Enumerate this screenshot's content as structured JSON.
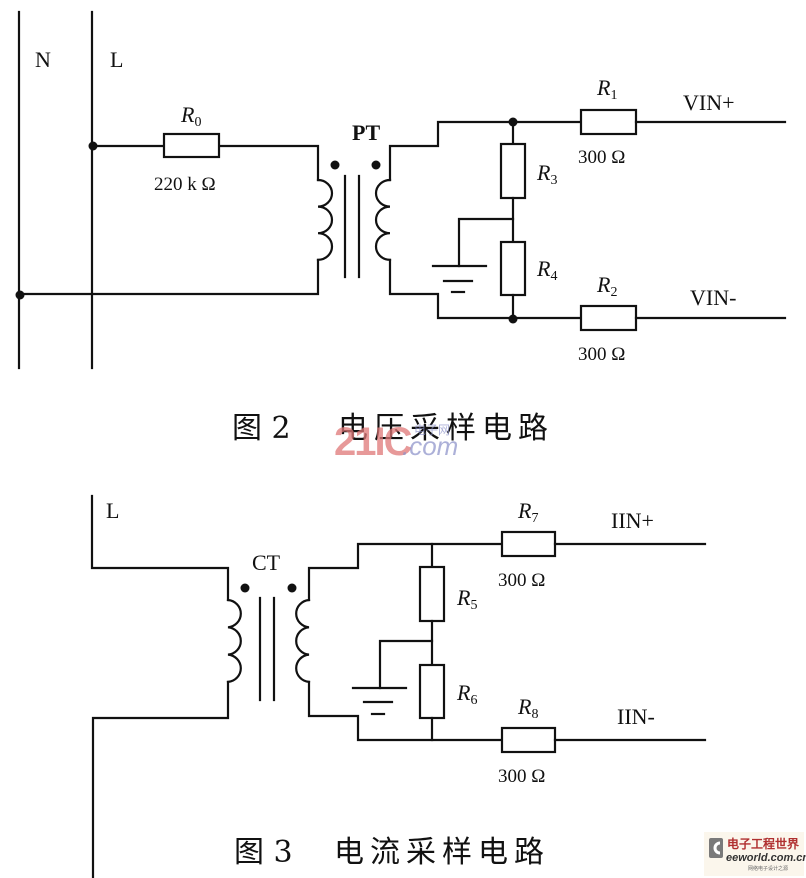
{
  "figure2": {
    "caption": "图 2   电压采样电路",
    "caption_number": "图 2",
    "caption_title": "电压采样电路",
    "rail_labels": {
      "neutral": "N",
      "live": "L"
    },
    "transformer_label": "PT",
    "resistors": {
      "r0": {
        "name": "R",
        "sub": "0",
        "value": "220 k Ω"
      },
      "r1": {
        "name": "R",
        "sub": "1",
        "value": "300  Ω"
      },
      "r2": {
        "name": "R",
        "sub": "2",
        "value": "300  Ω"
      },
      "r3": {
        "name": "R",
        "sub": "3"
      },
      "r4": {
        "name": "R",
        "sub": "4"
      }
    },
    "outputs": {
      "positive": "VIN+",
      "negative": "VIN-"
    }
  },
  "figure3": {
    "caption_number": "图 3",
    "caption_title": "电流采样电路",
    "rail_label": "L",
    "transformer_label": "CT",
    "resistors": {
      "r5": {
        "name": "R",
        "sub": "5"
      },
      "r6": {
        "name": "R",
        "sub": "6"
      },
      "r7": {
        "name": "R",
        "sub": "7",
        "value": "300  Ω"
      },
      "r8": {
        "name": "R",
        "sub": "8",
        "value": "300  Ω"
      }
    },
    "outputs": {
      "positive": "IIN+",
      "negative": "IIN-"
    }
  },
  "watermarks": {
    "site21ic": {
      "brand": "21IC",
      "domain": ".com",
      "cn": "电子网"
    },
    "eeworld": {
      "title": "电子工程世界",
      "url": "eeworld.com.cn",
      "tagline": "网络电子设计之源"
    }
  },
  "colors": {
    "ink": "#111111",
    "watermark_red": "#e07878",
    "watermark_blue": "#8a90c8",
    "eeworld_red": "#b03030"
  }
}
